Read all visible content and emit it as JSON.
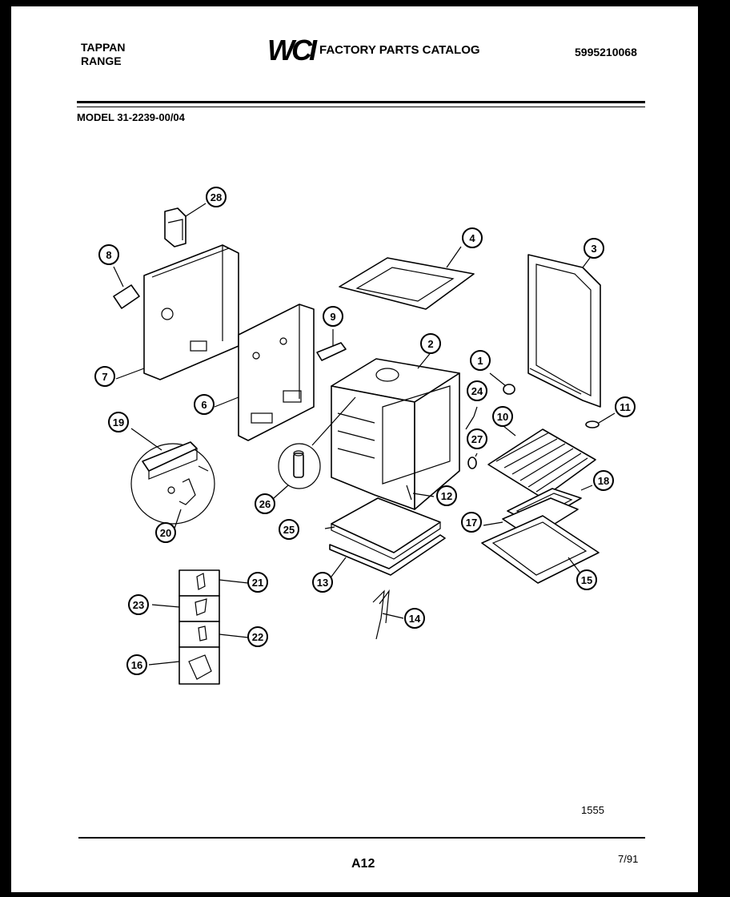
{
  "header": {
    "brand_line1": "TAPPAN",
    "brand_line2": "RANGE",
    "logo_text": "WCI",
    "catalog_title": "FACTORY PARTS CATALOG",
    "catalog_number": "5995210068",
    "model": "MODEL 31-2239-00/04"
  },
  "footer": {
    "drawing_number": "1555",
    "page_code": "A12",
    "date": "7/91"
  },
  "callouts": [
    "28",
    "8",
    "4",
    "3",
    "7",
    "6",
    "9",
    "2",
    "1",
    "24",
    "10",
    "11",
    "19",
    "27",
    "26",
    "12",
    "18",
    "20",
    "25",
    "17",
    "13",
    "15",
    "21",
    "23",
    "14",
    "22",
    "16"
  ]
}
